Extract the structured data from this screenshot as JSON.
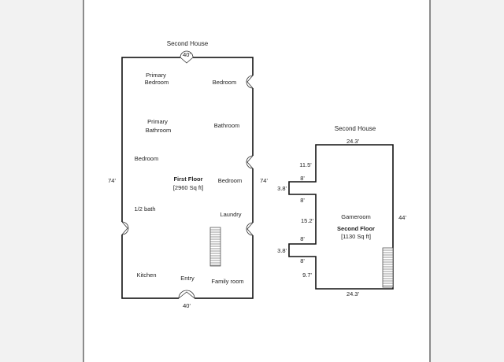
{
  "first_building": {
    "caption": "Second House",
    "floor_name": "First Floor",
    "floor_area": "[2960 Sq ft]",
    "dim_top": "40'",
    "dim_bottom": "40'",
    "dim_left": "74'",
    "dim_right": "74'",
    "rooms": {
      "primary_bedroom_line1": "Primary",
      "primary_bedroom_line2": "Bedroom",
      "bedroom_top": "Bedroom",
      "primary_bathroom_line1": "Primary",
      "primary_bathroom_line2": "Bathroom",
      "bathroom": "Bathroom",
      "bedroom_left": "Bedroom",
      "bedroom_right": "Bedroom",
      "half_bath": "1/2 bath",
      "laundry": "Laundry",
      "kitchen": "Kitchen",
      "entry": "Entry",
      "family_room": "Family room"
    }
  },
  "second_building": {
    "caption": "Second House",
    "floor_name": "Second Floor",
    "floor_area": "[1130 Sq ft]",
    "room": "Gameroom",
    "dim_top": "24.3'",
    "dim_bottom": "24.3'",
    "dim_right": "44'",
    "dim_left_top": "11.5'",
    "dim_notch1_top": "8'",
    "dim_notch1_depth": "3.8'",
    "dim_notch1_bottom": "8'",
    "dim_left_mid": "15.2'",
    "dim_notch2_top": "8'",
    "dim_notch2_depth": "3.8'",
    "dim_notch2_bottom": "8'",
    "dim_left_bottom": "9.7'"
  }
}
